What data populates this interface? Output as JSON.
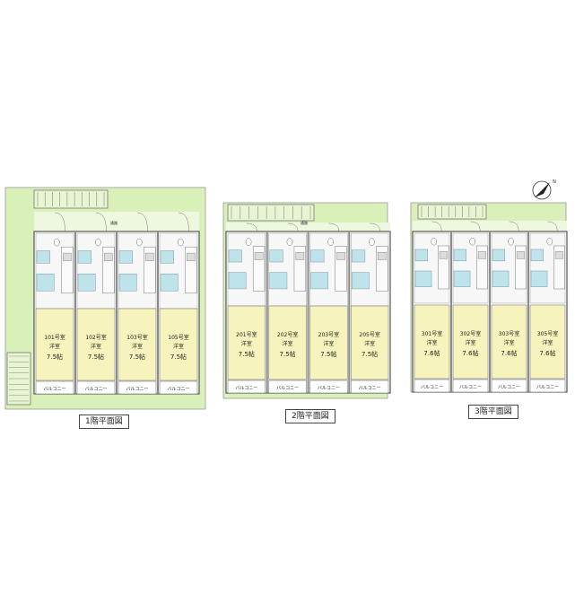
{
  "floors": [
    {
      "label": "1階平面図",
      "corridor": "通路",
      "units": [
        {
          "no": "101号室",
          "type": "洋室",
          "size": "7.5帖",
          "balcony": "バルコニー"
        },
        {
          "no": "102号室",
          "type": "洋室",
          "size": "7.5帖",
          "balcony": "バルコニー"
        },
        {
          "no": "103号室",
          "type": "洋室",
          "size": "7.5帖",
          "balcony": "バルコニー"
        },
        {
          "no": "105号室",
          "type": "洋室",
          "size": "7.5帖",
          "balcony": "バルコニー"
        }
      ]
    },
    {
      "label": "2階平面図",
      "corridor": "通路",
      "units": [
        {
          "no": "201号室",
          "type": "洋室",
          "size": "7.5帖",
          "balcony": "バルコニー"
        },
        {
          "no": "202号室",
          "type": "洋室",
          "size": "7.5帖",
          "balcony": "バルコニー"
        },
        {
          "no": "203号室",
          "type": "洋室",
          "size": "7.5帖",
          "balcony": "バルコニー"
        },
        {
          "no": "205号室",
          "type": "洋室",
          "size": "7.5帖",
          "balcony": "バルコニー"
        }
      ]
    },
    {
      "label": "3階平面図",
      "corridor": "",
      "units": [
        {
          "no": "301号室",
          "type": "洋室",
          "size": "7.6帖",
          "balcony": "バルコニー"
        },
        {
          "no": "302号室",
          "type": "洋室",
          "size": "7.6帖",
          "balcony": "バルコニー"
        },
        {
          "no": "303号室",
          "type": "洋室",
          "size": "7.6帖",
          "balcony": "バルコニー"
        },
        {
          "no": "305号室",
          "type": "洋室",
          "size": "7.6帖",
          "balcony": "バルコニー"
        }
      ]
    }
  ],
  "north_symbol": "N",
  "colors": {
    "site_green": "#d9f0b8",
    "room_yellow": "#f6f4bc",
    "bath_blue": "#bfe3ea",
    "wall_gray": "#8a8a8a",
    "outline": "#555555"
  }
}
